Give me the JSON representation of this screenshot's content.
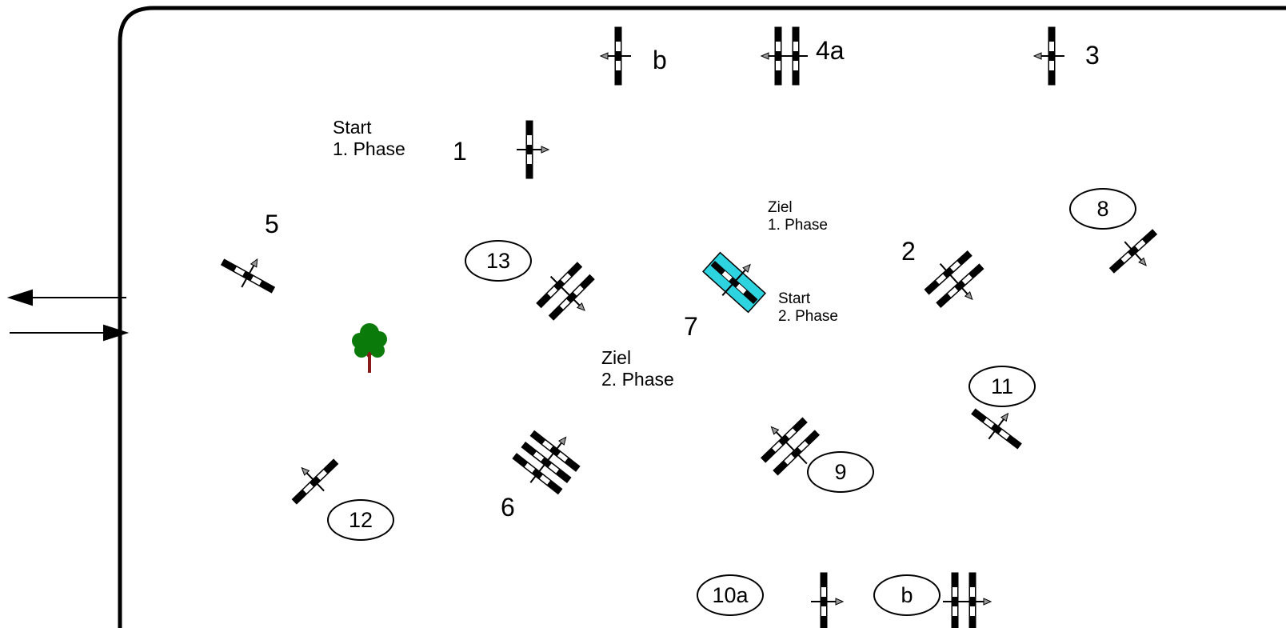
{
  "colors": {
    "line": "#000000",
    "highlight_fill": "#2ed3e0",
    "tree_foliage": "#0a7a0a",
    "tree_trunk": "#8b1a1a",
    "arrow_head": "#808080"
  },
  "labels": {
    "start_phase1": "Start\n1. Phase",
    "ziel_phase1": "Ziel\n1. Phase",
    "start_phase2": "Start\n2. Phase",
    "ziel_phase2": "Ziel\n2. Phase"
  },
  "obstacles": {
    "n1": "1",
    "n2": "2",
    "n3": "3",
    "n4a": "4a",
    "b_top": "b",
    "n5": "5",
    "n6": "6",
    "n7": "7",
    "n8": "8",
    "n9": "9",
    "n10a": "10a",
    "b_bottom": "b",
    "n11": "11",
    "n12": "12",
    "n13": "13"
  },
  "icons": {
    "tree": "tree-icon",
    "gate": "fence-obstacle-icon",
    "entrance": "entrance-arrows-icon"
  }
}
